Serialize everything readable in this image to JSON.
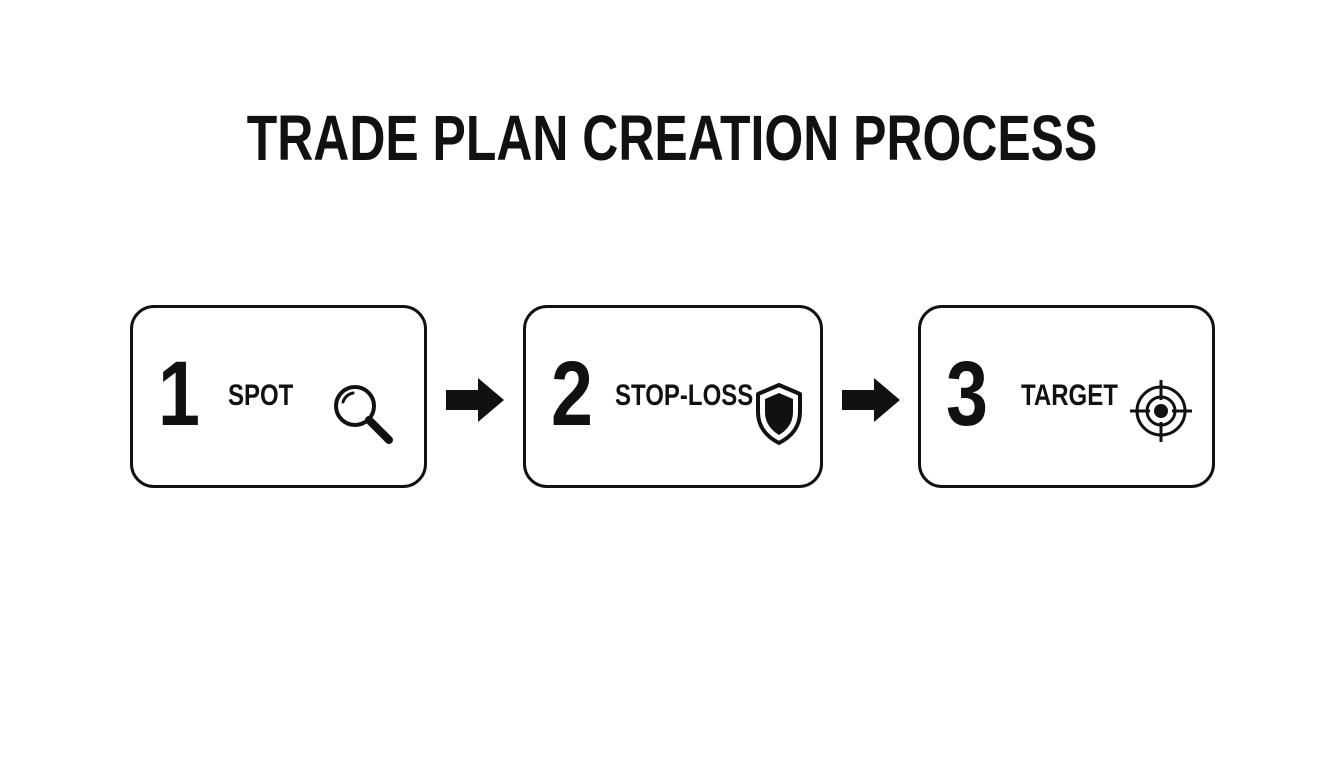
{
  "title": "TRADE PLAN CREATION PROCESS",
  "steps": [
    {
      "number": "1",
      "label": "SPOT",
      "icon": "magnifying-glass-icon"
    },
    {
      "number": "2",
      "label": "STOP-LOSS",
      "icon": "shield-icon"
    },
    {
      "number": "3",
      "label": "TARGET",
      "icon": "crosshair-target-icon"
    }
  ],
  "connector_icon": "right-arrow-icon",
  "colors": {
    "ink": "#111111",
    "background": "#ffffff"
  }
}
